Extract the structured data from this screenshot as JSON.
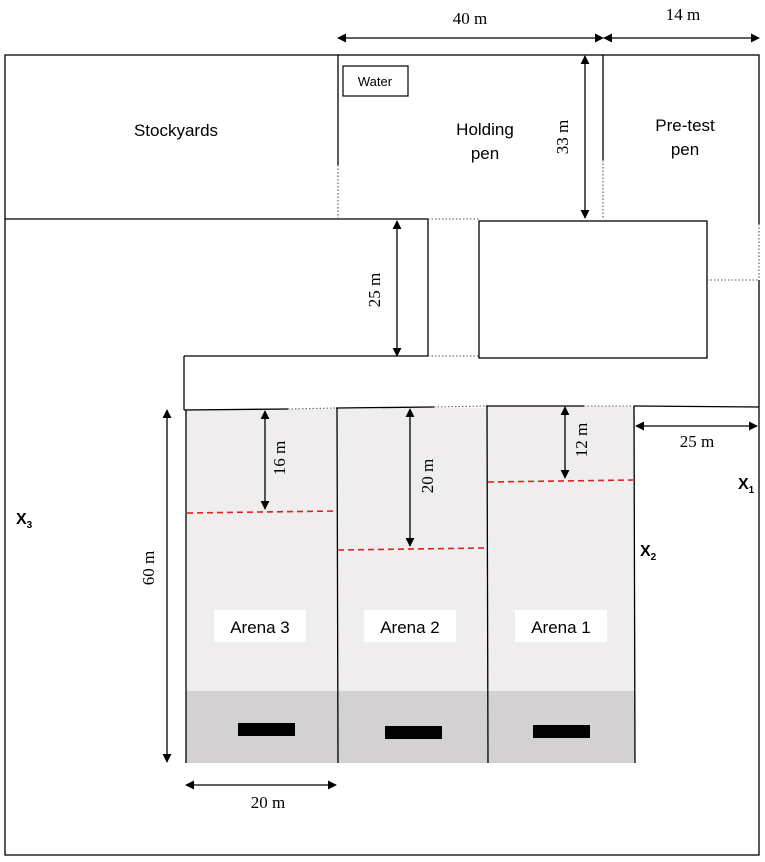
{
  "labels": {
    "stockyards": "Stockyards",
    "water": "Water",
    "holding_pen_line1": "Holding",
    "holding_pen_line2": "pen",
    "pretest_line1": "Pre-test",
    "pretest_line2": "pen",
    "arena3": "Arena 3",
    "arena2": "Arena 2",
    "arena1": "Arena 1"
  },
  "dimensions": {
    "top_40": "40 m",
    "top_14": "14 m",
    "holding_33": "33 m",
    "lane_25": "25 m",
    "right_25": "25 m",
    "arena3_16": "16 m",
    "arena2_20": "20 m",
    "arena1_12": "12 m",
    "left_60": "60 m",
    "bottom_20": "20 m"
  },
  "markers": {
    "x1": {
      "letter": "X",
      "sub": "1"
    },
    "x2": {
      "letter": "X",
      "sub": "2"
    },
    "x3": {
      "letter": "X",
      "sub": "3"
    }
  },
  "colors": {
    "arena_fill": "#efeded",
    "arena_base_fill": "#d3d1d1",
    "threshold_line": "#e02020",
    "feeder": "#000000"
  }
}
